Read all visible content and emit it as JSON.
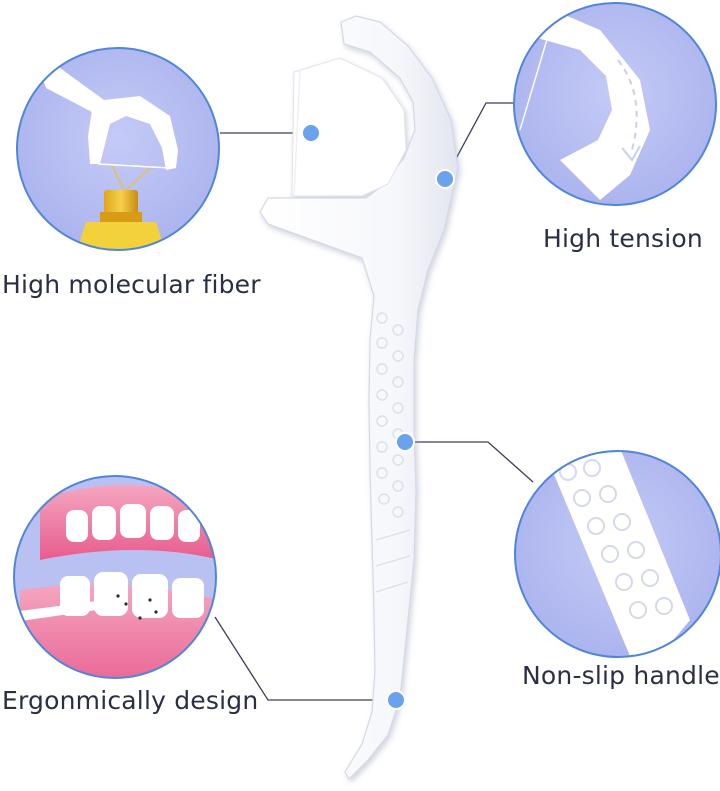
{
  "callouts": {
    "fiber": {
      "label": "High molecular fiber"
    },
    "tension": {
      "label": "High tension"
    },
    "ergo": {
      "label": "Ergonmically design"
    },
    "handle": {
      "label": "Non-slip handle"
    }
  },
  "colors": {
    "circle_fill": "#b7bdf1",
    "circle_ring": "#4f86d9",
    "marker": "#6aa2ee",
    "leader": "#3a3f58",
    "pick": "#ffffff",
    "pick_shadow": "#d9dcea",
    "gum": "#f07aa0"
  }
}
